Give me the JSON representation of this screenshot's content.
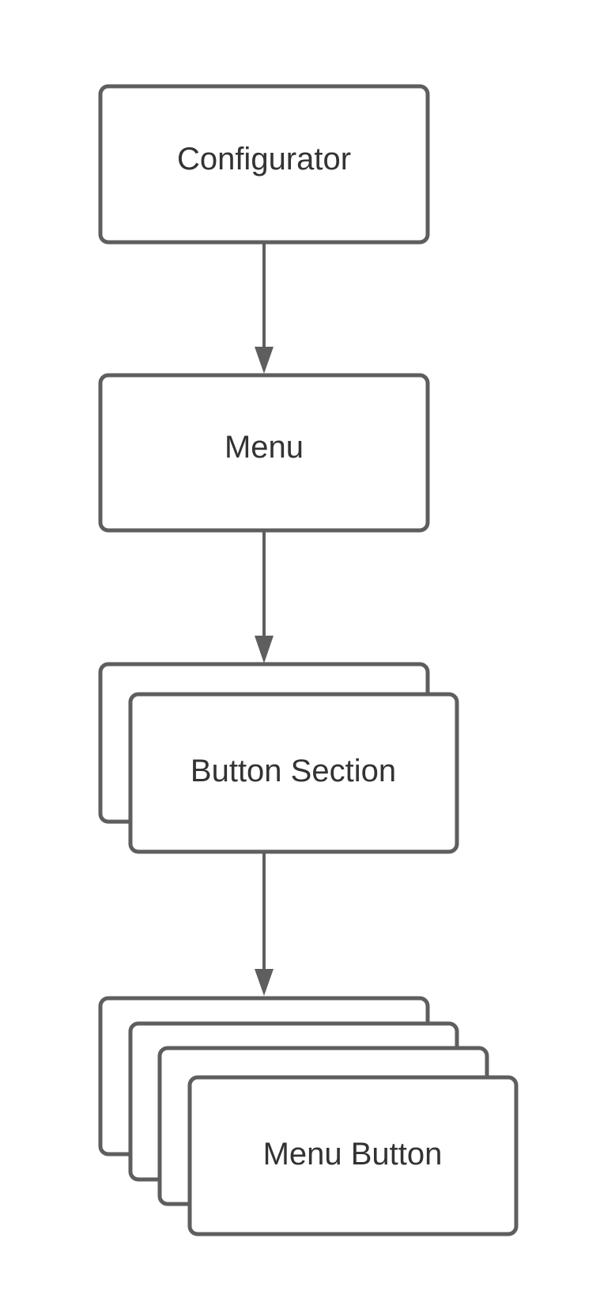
{
  "diagram": {
    "type": "flowchart",
    "nodes": {
      "configurator": {
        "label": "Configurator"
      },
      "menu": {
        "label": "Menu"
      },
      "button_section": {
        "label": "Button Section"
      },
      "menu_button": {
        "label": "Menu Button"
      }
    },
    "edges": [
      {
        "from": "Configurator",
        "to": "Menu"
      },
      {
        "from": "Menu",
        "to": "Button Section"
      },
      {
        "from": "Button Section",
        "to": "Menu Button"
      }
    ],
    "colors": {
      "stroke": "#5e5e5e",
      "text": "#333333",
      "fill": "#ffffff",
      "background": "#ffffff"
    }
  }
}
